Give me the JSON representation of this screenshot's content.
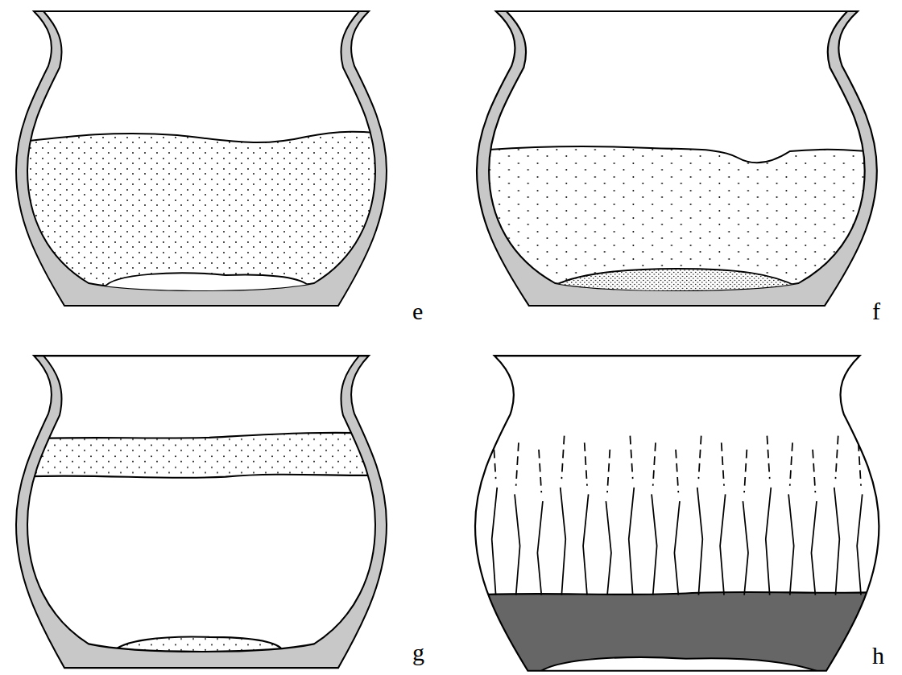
{
  "diagram": {
    "labels": [
      "e",
      "f",
      "g",
      "h"
    ]
  }
}
